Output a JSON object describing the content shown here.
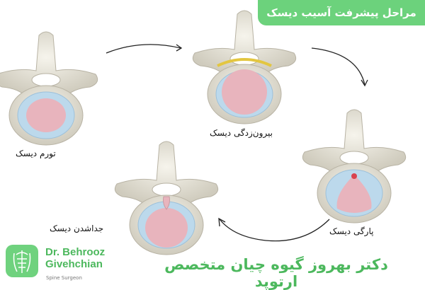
{
  "header": {
    "title": "مراحل پیشرفت آسیب دیسک کمر"
  },
  "stages": [
    {
      "label": "تورم دیسک"
    },
    {
      "label": "بیرون‌زدگی دیسک"
    },
    {
      "label": "پارگی دیسک"
    },
    {
      "label": "جداشدن دیسک"
    }
  ],
  "brand": {
    "name_line1": "Dr. Behrooz",
    "name_line2": "Givehchian",
    "subtitle": "Spine Surgeon",
    "logo_icon": "spine-icon"
  },
  "footer": {
    "doctor_title": "دکتر بهروز گیوه چیان متخصص ارتوپد"
  },
  "colors": {
    "accent": "#6cd27c",
    "brand_text": "#4cb85d",
    "bone": "#e9e6da",
    "disc": "#bcd9ec",
    "nucleus": "#e8b4bd"
  }
}
